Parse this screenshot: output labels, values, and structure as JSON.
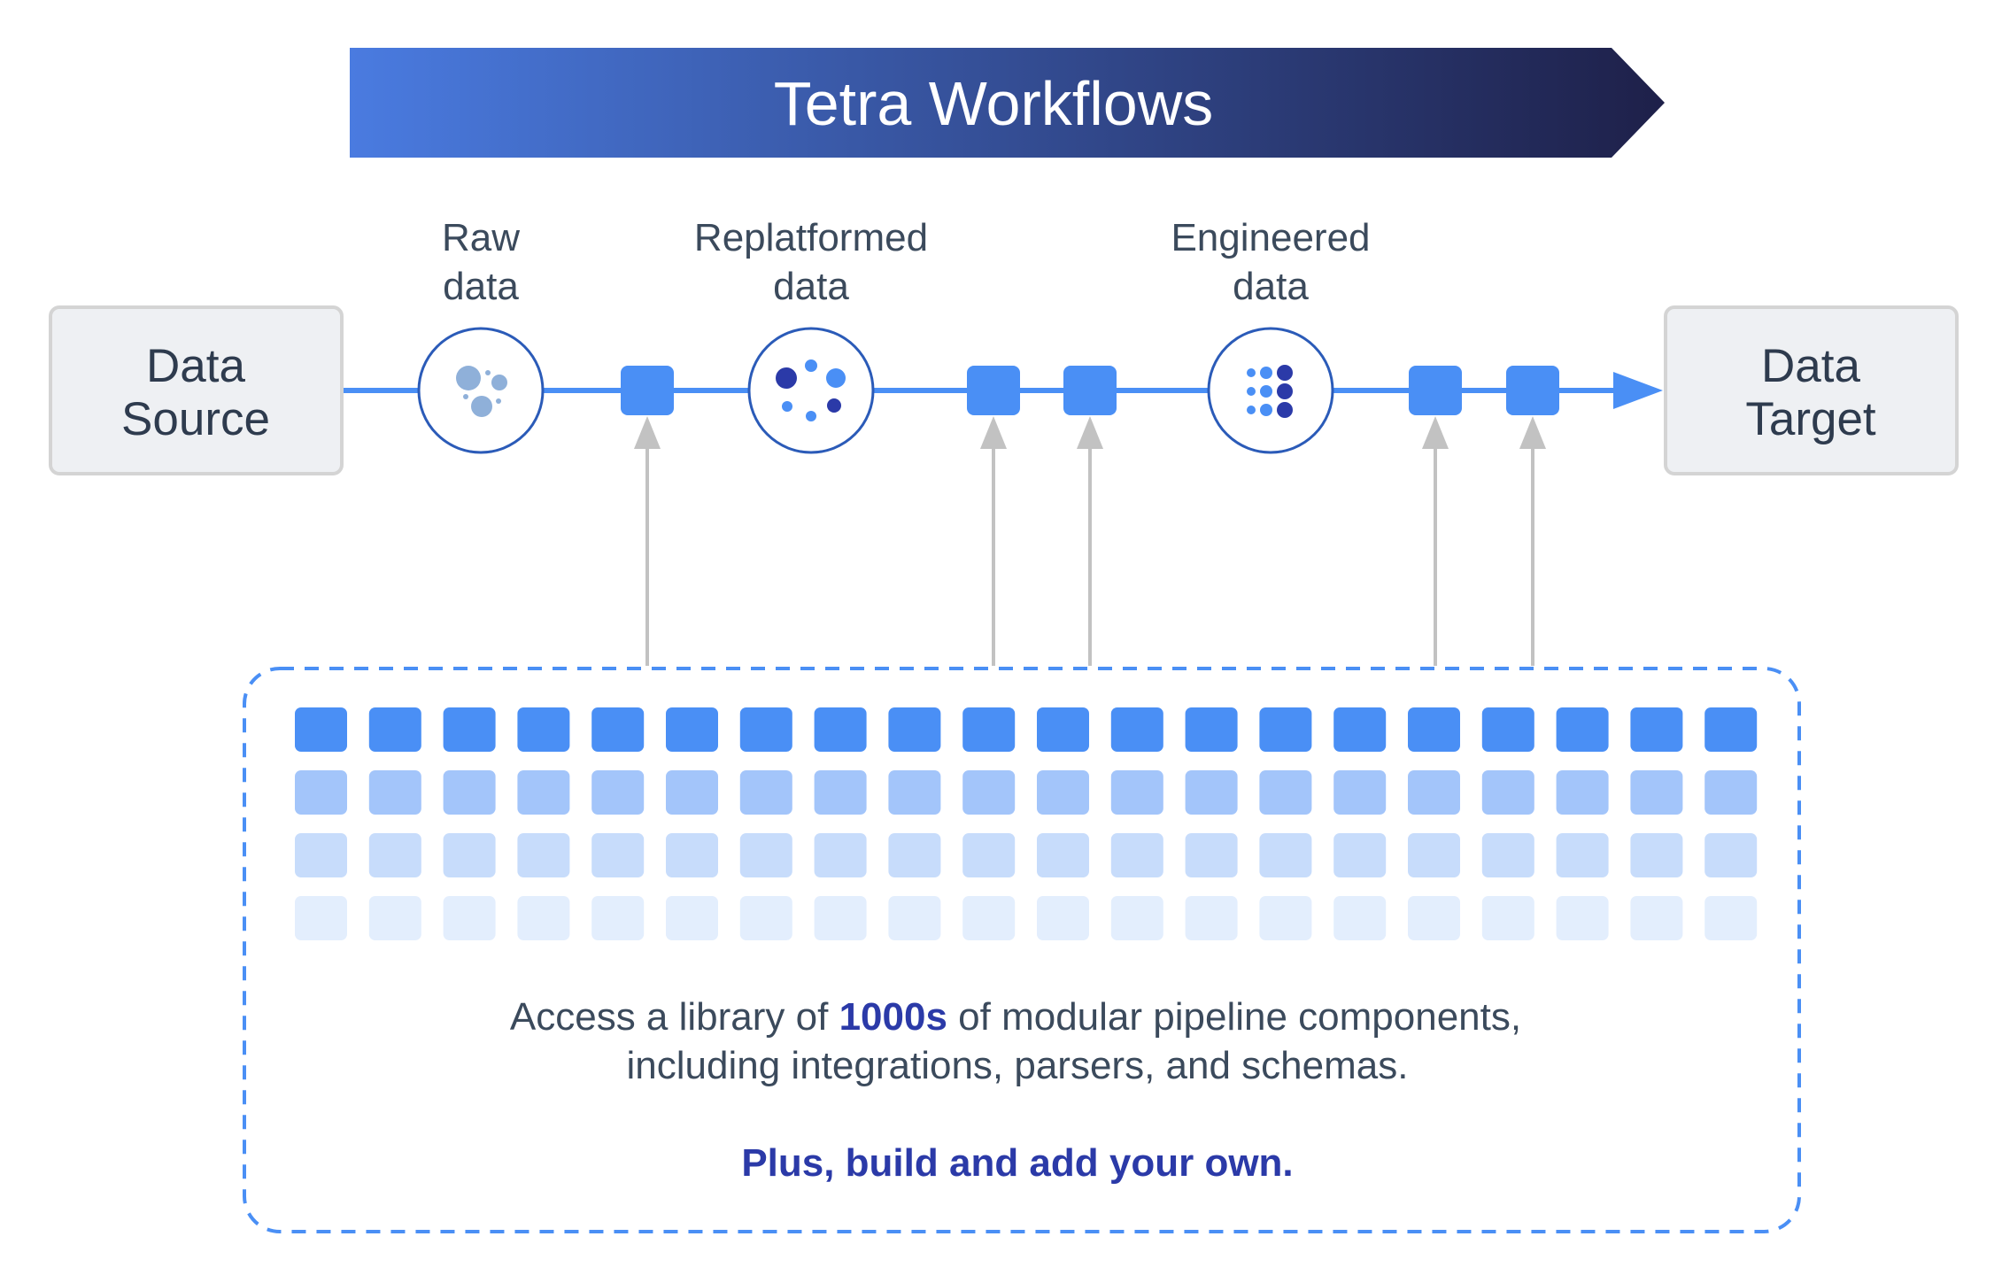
{
  "banner": {
    "title": "Tetra Workflows"
  },
  "endpoints": {
    "source": {
      "line1": "Data",
      "line2": "Source"
    },
    "target": {
      "line1": "Data",
      "line2": "Target"
    }
  },
  "stages": [
    {
      "line1": "Raw",
      "line2": "data",
      "icon": "raw-data-icon"
    },
    {
      "line1": "Replatformed",
      "line2": "data",
      "icon": "replatformed-data-icon"
    },
    {
      "line1": "Engineered",
      "line2": "data",
      "icon": "engineered-data-icon"
    }
  ],
  "library": {
    "line1_pre": "Access a library of ",
    "line1_strong": "1000s",
    "line1_post": " of modular pipeline components,",
    "line2": "including integrations, parsers, and schemas.",
    "tagline": "Plus, build and add your own."
  },
  "colors": {
    "banner_start": "#4a7be0",
    "banner_end": "#1e2049",
    "pipeline": "#4a8ff5",
    "connector": "#c2c2c2",
    "box_border": "#d4d4d4",
    "box_fill": "#eef0f3",
    "emphasis": "#2b3aa8",
    "tile_rows": [
      "#4a8ff5",
      "#a3c5fa",
      "#c7dcfb",
      "#e3eefd"
    ]
  }
}
